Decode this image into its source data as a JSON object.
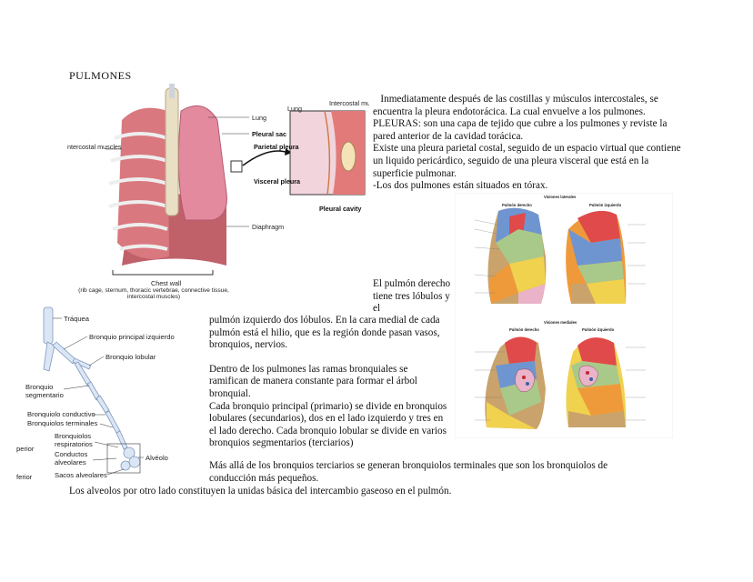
{
  "title": "PULMONES",
  "paragraphs": {
    "intro": [
      "   Inmediatamente después de las costillas y músculos intercostales, se encuentra la pleura endotorácica. La cual envuelve a los pulmones.",
      "PLEURAS: son una capa de tejido que cubre a los pulmones y reviste la pared anterior de la cavidad torácica.",
      "Existe una pleura parietal costal, seguido de un espacio virtual que contiene un liquido pericárdico, seguido de una pleura visceral que está en la superficie pulmonar.",
      "-Los dos pulmones están situados en tórax."
    ],
    "right_lung": "El pulmón derecho tiene tres lóbulos y el",
    "left_lung": "pulmón izquierdo dos lóbulos. En la cara medial de cada pulmón está el hilio, que es la región donde pasan vasos, bronquios, nervios.",
    "bronchi": [
      "Dentro de los pulmones las ramas bronquiales se ramifican de manera constante para formar el árbol bronquial.",
      "Cada bronquio principal (primario) se divide en bronquios lobulares (secundarios), dos en el lado izquierdo y tres en el lado derecho. Cada bronquio lobular se divide en varios bronquios segmentarios (terciarios)"
    ],
    "bronchioles": "Más allá de los bronquios terciarios se generan bronquiolos terminales que son los bronquiolos de conducción más pequeños.",
    "alveoli": "Los alveolos por otro lado constituyen la unidas básica del intercambio gaseoso en el pulmón."
  },
  "figure_thorax": {
    "labels": {
      "intercostal_muscles": "Intercostal muscles",
      "lung": "Lung",
      "pleural_sac": "Pleural sac",
      "parietal_pleura": "Parietal pleura",
      "visceral_pleura": "Visceral pleura",
      "lung_inset": "Lung",
      "intercostal_muscle": "Intercostal muscle",
      "pleural_cavity": "Pleural cavity",
      "diaphragm": "Diaphragm",
      "chest_wall": "Chest wall",
      "chest_wall_detail": "(rib cage, sternum, thoracic vertebrae, connective tissue, intercostal muscles)"
    }
  },
  "figure_bronchial_tree": {
    "labels": {
      "traquea": "Tráquea",
      "bronquio_principal": "Bronquio principal izquierdo",
      "bronquio_lobular": "Bronquio lobular",
      "bronquio_segmentario": "Bronquio segmentario",
      "bronquiolo_conductivo": "Bronquiolo conductivo",
      "bronquiolos_terminales": "Bronquiolos terminales",
      "bronquiolos_respiratorios": "Bronquiolos respiratorios",
      "conductos_alveolares": "Conductos alveolares",
      "sacos_alveolares": "Sacos alveolares",
      "alveolo": "Alvéolo",
      "superior_cut": "perior",
      "inferior_cut": "ferior"
    }
  },
  "figure_lobes": {
    "section_lateral": "Visiones laterales",
    "section_medial": "Visiones mediales",
    "right_lung": "Pulmón derecho",
    "left_lung": "Pulmón izquierdo",
    "colors": {
      "upper_red": "#e04a4a",
      "blue": "#6f95d1",
      "green": "#a9c98a",
      "yellow": "#f0d24f",
      "orange": "#ef9a3a",
      "tan": "#c9a36b",
      "pink": "#eab3c9"
    }
  }
}
